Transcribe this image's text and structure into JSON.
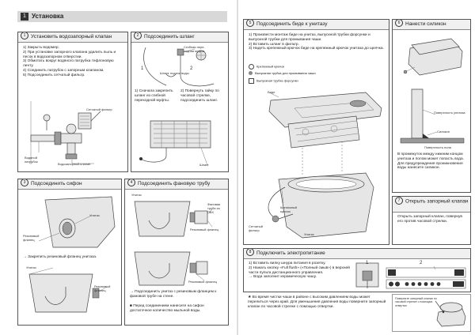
{
  "section": {
    "tab": "1",
    "title": "Установка"
  },
  "p1": {
    "num": "1",
    "title": "Установить водозапорный клапан",
    "steps": "1) Закрыть водомер.\n2) При установке запорного клапана удалить пыль и песок в водозапорном отверстии.\n3) Обмотать вокруг водяного патрубка тефлоновую ленту.\n4) Соединить патрубок с запорным клапаном.\n5) Подсоединить сетчатый фильтр.",
    "lbl_filter": "Сетчатый фильтр",
    "lbl_pipe": "Водяной патрубок",
    "lbl_valve": "Водозапорный клапан"
  },
  "p2": {
    "num": "2",
    "title": "Подсоединить шланг",
    "lbl_coupling": "Сгибная пере- ходная муфта",
    "lbl_hose_water": "Шланг подачи воды",
    "lbl_hose": "Шланг",
    "n1": "1",
    "n2": "2",
    "step1": "1) Сначала закрепить шланг из сгибной переходной муфты.",
    "step2": "2) Повернуть гайку по часовой стрелке, подсоединить шланг."
  },
  "p3": {
    "num": "3",
    "title": "Подсоединить сифон",
    "lbl_flange": "Резиновый фланец",
    "lbl_toilet": "Унитаз",
    "note": "→ Закрепить резиновый фланец унитаза.",
    "lbl_toilet2": "Унитаз",
    "lbl_flange2": "Резиновый фланец"
  },
  "p4": {
    "num": "4",
    "title": "Подсоединить фановую трубу",
    "lbl_toilet": "Унитаз",
    "lbl_sewer": "Фановая труба из ПВХ",
    "lbl_flange": "Резиновый фланец",
    "lbl_flange2": "Резиновый фланец",
    "note1": "→ Подсоединить унитаз с резиновым фланцем к фановой трубе на стене.",
    "note2": "■ Перед соединением нанесите на сифон достаточное количество мыльной воды."
  },
  "p5": {
    "num": "5",
    "title": "Подсоединить биде к унитазу",
    "steps": "1) Произвести монтаж биде на унитаз, выпускной трубки форсунки и выпускной трубки для промывания чаши.\n2) Вставить шланг в фильтр.\n3) Надеть крепежный крючок биде на крепежный крючок унитаза до щелчка.",
    "legend": [
      "Крепежный крючок",
      "Выпускная трубка для промывания чаши",
      "Выпускная трубка форсунки"
    ],
    "lbl_bidet": "Биде",
    "lbl_hook": "Крепежный крючок",
    "lbl_filter": "Сетчатый фильтр",
    "lbl_toilet": "Унитаз"
  },
  "p6": {
    "num": "6",
    "title": "Нанести силикон",
    "lbl_surface": "Поверхность унитаза",
    "lbl_silicone": "Силикон",
    "lbl_floor": "Поверхность пола",
    "text": "В промежуток между нижним концом унитаза и полом может попасть вода. Для предупреждения проникновения воды нанесите силикон."
  },
  "p7": {
    "num": "7",
    "title": "Открыть запорный клапан",
    "text": "Открыть запорный клапан, повернув его против часовой стрелки."
  },
  "p8": {
    "num": "8",
    "title": "Подключить электропитание",
    "steps": "1) Вставить вилку шнура питания в розетку.\n2) Нажать кнопку «Full flush» («Полный смыв») в верхней части пульта дистанционного управления.\n→ Вода заполнит керамическую чашу.",
    "n1": "1",
    "n2": "2"
  },
  "bottom": {
    "note": "★ Во время чистки чаши в районе с высоким давлением воды может перелиться через край. Для уменьшения давления воды поверните запорный клапан по часовой стрелке с помощью отвертки.",
    "lbl_valve": "Поверните запорный клапан по часовой стрелке с помощью отвертки"
  },
  "pages": {
    "left": "",
    "right": ""
  }
}
